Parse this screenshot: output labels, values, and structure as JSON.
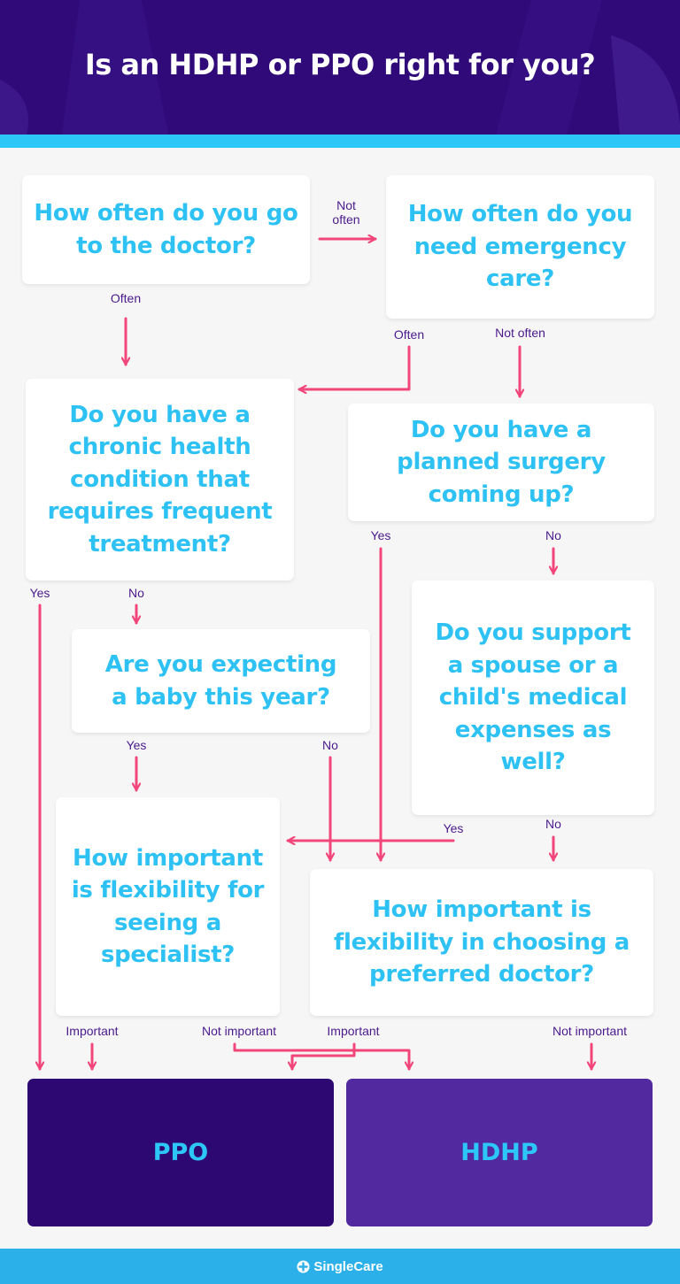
{
  "title": "Is an HDHP or PPO right for you?",
  "questions": {
    "q1": "How often do you go to the doctor?",
    "q2": "How often do you need emergency care?",
    "q3": "Do you have a chronic health condition that requires frequent treatment?",
    "q4": "Do you have a planned surgery coming up?",
    "q5": "Are you expecting a baby this year?",
    "q6": "Do you support a spouse or a child's medical expenses as well?",
    "q7": "How important is flexibility for seeing a specialist?",
    "q8": "How important is flexibility in choosing a preferred doctor?"
  },
  "labels": {
    "not_often_1": "Not often",
    "often_1": "Often",
    "often_2": "Often",
    "not_often_2": "Not often",
    "yes_chronic": "Yes",
    "no_chronic": "No",
    "yes_surgery": "Yes",
    "no_surgery": "No",
    "yes_baby": "Yes",
    "no_baby": "No",
    "yes_spouse": "Yes",
    "no_spouse": "No",
    "important_specialist": "Important",
    "not_important_specialist": "Not important",
    "important_doctor": "Important",
    "not_important_doctor": "Not important"
  },
  "results": {
    "ppo": "PPO",
    "hdhp": "HDHP"
  },
  "footer": {
    "brand": "SingleCare"
  },
  "colors": {
    "header_bg": "#2f0a78",
    "accent_cyan": "#2dc7f7",
    "arrow_pink": "#f2457a",
    "ppo_bg": "#2d0873",
    "hdhp_bg": "#52299e",
    "label_purple": "#4a1a8c"
  }
}
